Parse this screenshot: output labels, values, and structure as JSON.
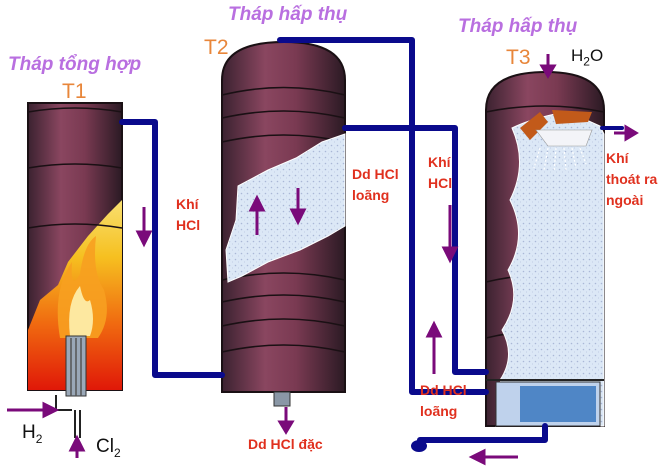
{
  "towers": {
    "t1": {
      "title": "Tháp tổng hợp",
      "id": "T1"
    },
    "t2": {
      "title": "Tháp hấp thụ",
      "id": "T2"
    },
    "t3": {
      "title": "Tháp hấp thụ",
      "id": "T3"
    }
  },
  "labels": {
    "khi_hcl_t2": "Khí HCl",
    "dd_hcl_loang_top": "Dd HCl loãng",
    "khi_hcl_pipe": "Khí HCl",
    "dd_hcl_loang_bottom": "Dd HCl loãng",
    "dd_hcl_dac": "Dd HCl đặc",
    "khi_thoat": "Khí thoát ra ngoài"
  },
  "chemicals": {
    "h2_base": "H",
    "h2_sub": "2",
    "cl2_base": "Cl",
    "cl2_sub": "2",
    "water_base": "H",
    "water_sub": "2",
    "water_tail": "O"
  },
  "colors": {
    "tower_body": "#7a3a52",
    "pipe": "#0a0a8c",
    "arrow": "#7a0a7a",
    "label_red": "#e0301e",
    "title_purple": "#b96fe0",
    "id_orange": "#e8863a"
  }
}
